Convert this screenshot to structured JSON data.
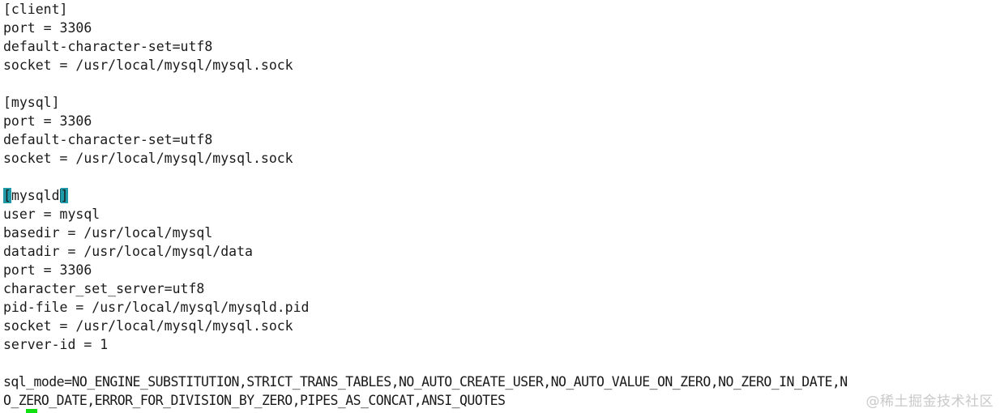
{
  "editor": {
    "background_color": "#ffffff",
    "text_color": "#1a1a1a",
    "highlight_color": "#1f9aa8",
    "marker_color": "#10e010",
    "watermark_color": "#c9c9c9"
  },
  "file": {
    "sections": [
      {
        "name": "client",
        "header": "[client]",
        "lines": [
          "port = 3306",
          "default-character-set=utf8",
          "socket = /usr/local/mysql/mysql.sock"
        ]
      },
      {
        "name": "mysql",
        "header": "[mysql]",
        "lines": [
          "port = 3306",
          "default-character-set=utf8",
          "socket = /usr/local/mysql/mysql.sock"
        ]
      },
      {
        "name": "mysqld",
        "header": "[mysqld]",
        "header_parts": {
          "open_bracket": "[",
          "label": "mysqld",
          "close_bracket": "]"
        },
        "lines": [
          "user = mysql",
          "basedir = /usr/local/mysql",
          "datadir = /usr/local/mysql/data",
          "port = 3306",
          "character_set_server=utf8",
          "pid-file = /usr/local/mysql/mysqld.pid",
          "socket = /usr/local/mysql/mysql.sock",
          "server-id = 1"
        ]
      }
    ],
    "sql_mode": {
      "full_value": "sql_mode=NO_ENGINE_SUBSTITUTION,STRICT_TRANS_TABLES,NO_AUTO_CREATE_USER,NO_AUTO_VALUE_ON_ZERO,NO_ZERO_IN_DATE,NO_ZERO_DATE,ERROR_FOR_DIVISION_BY_ZERO,PIPES_AS_CONCAT,ANSI_QUOTES",
      "wrapped_rows": [
        "sql_mode=NO_ENGINE_SUBSTITUTION,STRICT_TRANS_TABLES,NO_AUTO_CREATE_USER,NO_AUTO_VALUE_ON_ZERO,NO_ZERO_IN_DATE,N",
        "O_ZERO_DATE,ERROR_FOR_DIVISION_BY_ZERO,PIPES_AS_CONCAT,ANSI_QUOTES"
      ]
    }
  },
  "watermark": {
    "text": "@稀土掘金技术社区"
  }
}
